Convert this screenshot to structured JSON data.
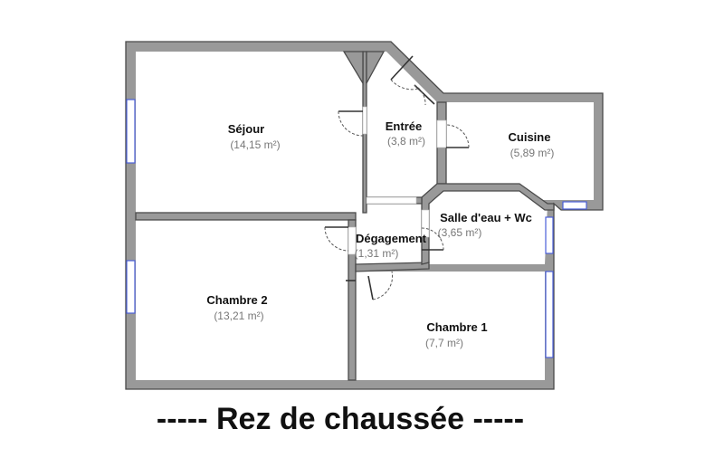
{
  "plan": {
    "floor_title": "-----  Rez de chaussée  -----",
    "colors": {
      "wall": "#999999",
      "wall_outline": "#4a4a4a",
      "window": "#4a5fd8",
      "area_text": "#777777"
    },
    "rooms": {
      "sejour": {
        "name": "Séjour",
        "area": "(14,15 m²)"
      },
      "entree": {
        "name": "Entrée",
        "area": "(3,8 m²)"
      },
      "cuisine": {
        "name": "Cuisine",
        "area": "(5,89 m²)"
      },
      "salle_eau": {
        "name": "Salle d'eau + Wc",
        "area": "(3,65 m²)"
      },
      "degagement": {
        "name": "Dégagement",
        "area": "(1,31 m²)"
      },
      "chambre2": {
        "name": "Chambre 2",
        "area": "(13,21 m²)"
      },
      "chambre1": {
        "name": "Chambre 1",
        "area": "(7,7 m²)"
      }
    }
  }
}
